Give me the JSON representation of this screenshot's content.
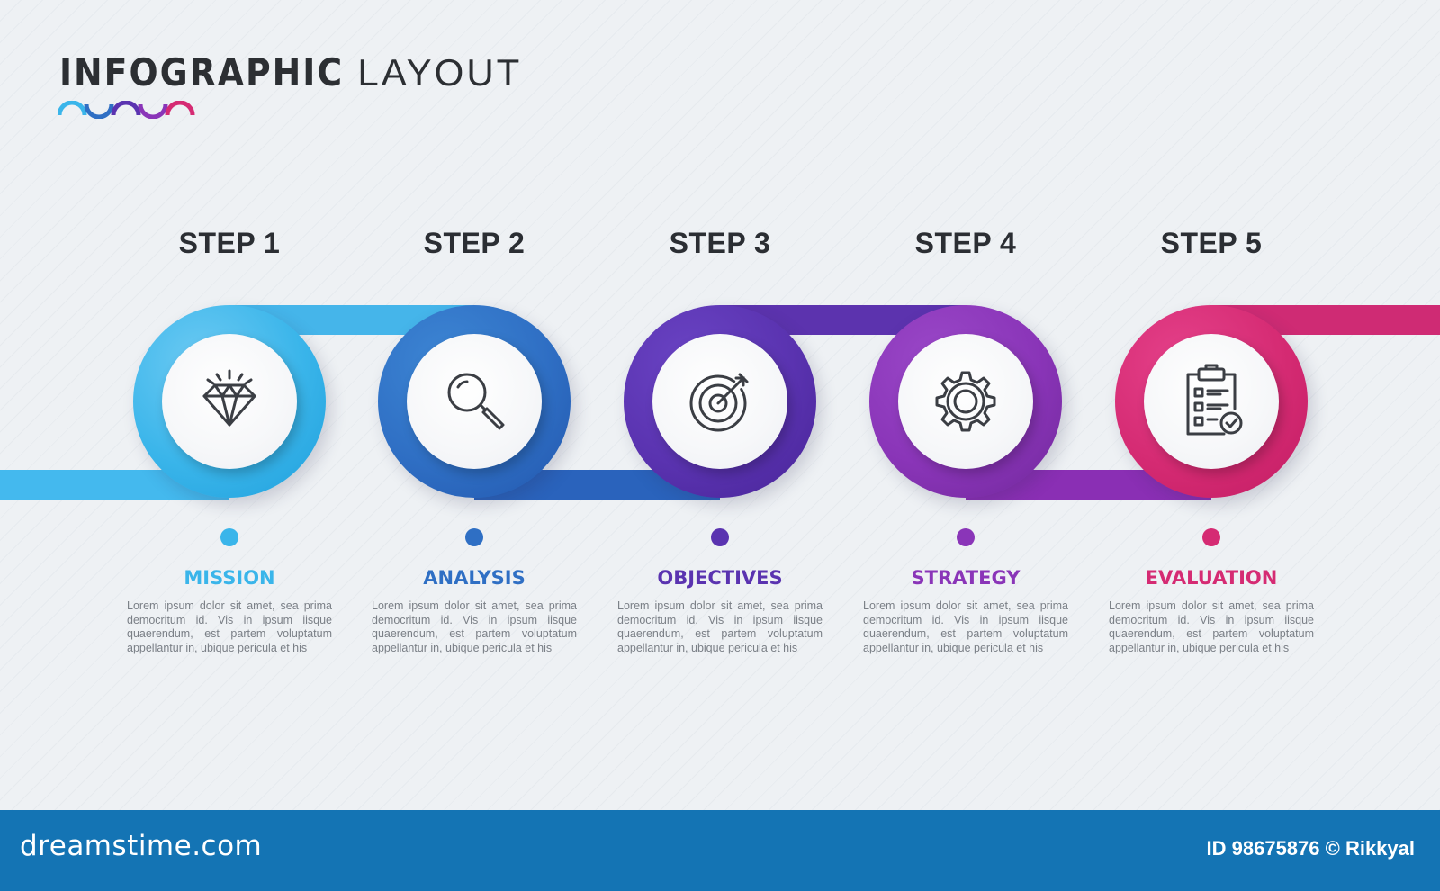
{
  "title": {
    "bold": "INFOGRAPHIC",
    "light": "LAYOUT"
  },
  "steps": [
    {
      "label": "STEP 1",
      "name": "MISSION",
      "icon": "diamond-icon",
      "color": "#3ab5ea",
      "light": "#6ccaf3",
      "dark": "#1e9fdc",
      "text": "Lorem ipsum dolor sit amet, sea prima democritum id. Vis in ipsum iisque quaerendum, est partem voluptatum appellantur in, ubique pericula et his"
    },
    {
      "label": "STEP 2",
      "name": "ANALYSIS",
      "icon": "magnifier-icon",
      "color": "#2f6fc4",
      "light": "#3d86d4",
      "dark": "#2256ad",
      "text": "Lorem ipsum dolor sit amet, sea prima democritum id. Vis in ipsum iisque quaerendum, est partem voluptatum appellantur in, ubique pericula et his"
    },
    {
      "label": "STEP 3",
      "name": "OBJECTIVES",
      "icon": "target-icon",
      "color": "#5a33b0",
      "light": "#6a44c4",
      "dark": "#472396",
      "text": "Lorem ipsum dolor sit amet, sea prima democritum id. Vis in ipsum iisque quaerendum, est partem voluptatum appellantur in, ubique pericula et his"
    },
    {
      "label": "STEP 4",
      "name": "STRATEGY",
      "icon": "gear-icon",
      "color": "#8a35b8",
      "light": "#9a48c8",
      "dark": "#6f2799",
      "text": "Lorem ipsum dolor sit amet, sea prima democritum id. Vis in ipsum iisque quaerendum, est partem voluptatum appellantur in, ubique pericula et his"
    },
    {
      "label": "STEP 5",
      "name": "EVALUATION",
      "icon": "clipboard-check-icon",
      "color": "#d52b73",
      "light": "#e5418a",
      "dark": "#c11b62",
      "text": "Lorem ipsum dolor sit amet, sea prima democritum id. Vis in ipsum iisque quaerendum, est partem voluptatum appellantur in, ubique pericula et his"
    }
  ],
  "footer": {
    "site": "dreamstime.com",
    "credit": "ID 98675876 © Rikkyal"
  }
}
